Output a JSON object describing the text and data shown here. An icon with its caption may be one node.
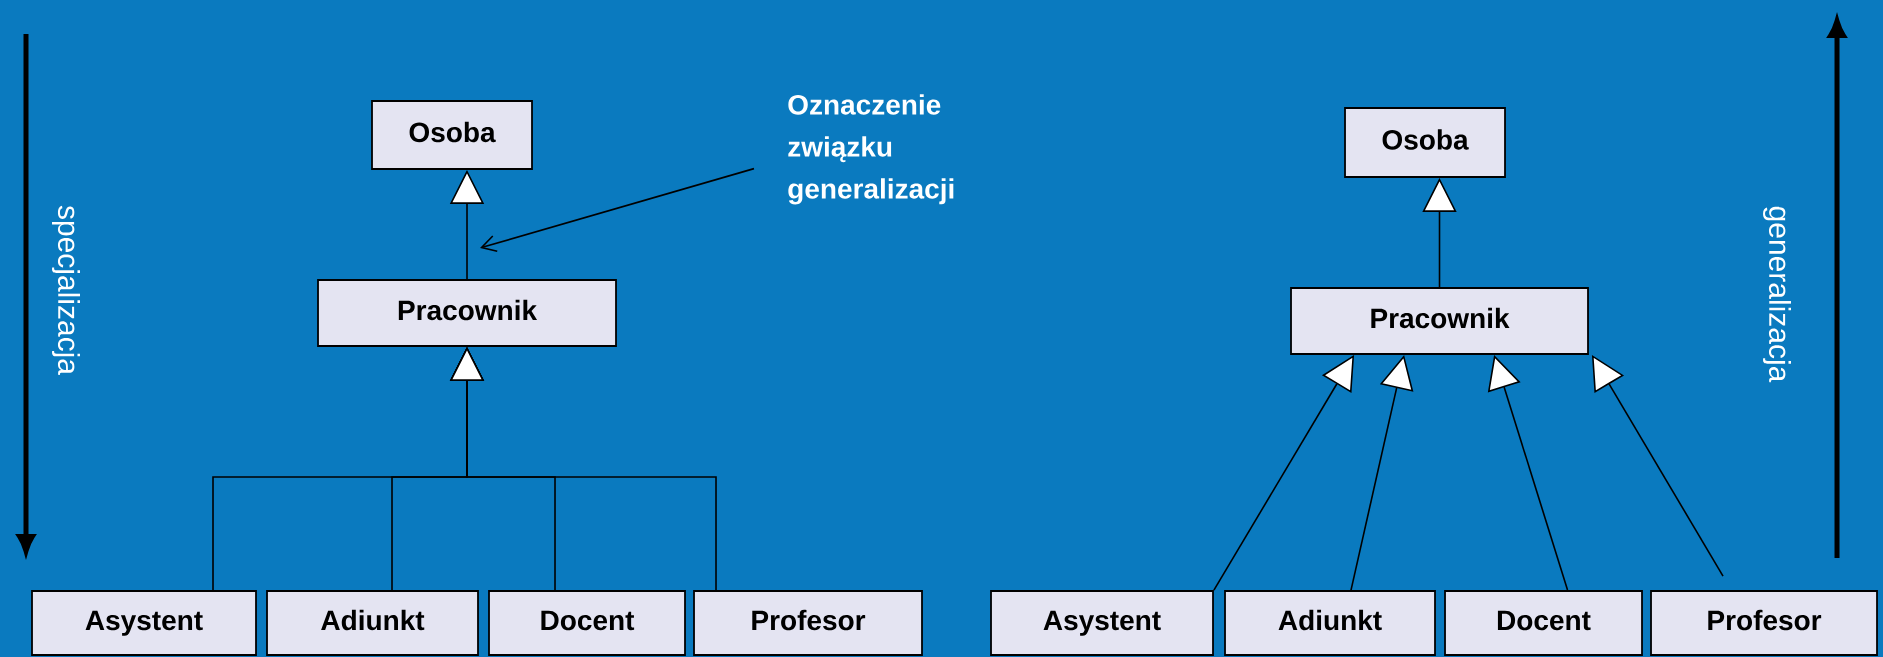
{
  "diagram": {
    "nodes": [
      {
        "text": [
          "Osoba"
        ]
      },
      {
        "text": [
          "Pracownik"
        ]
      },
      {
        "text": [
          "Asystent"
        ]
      },
      {
        "text": [
          "Adiunkt"
        ]
      },
      {
        "text": [
          "Docent"
        ]
      },
      {
        "text": [
          "Profesor"
        ]
      },
      {
        "text": [
          "Oznaczenie związku generalizacji"
        ]
      },
      {
        "text": [
          "Osoba"
        ]
      },
      {
        "text": [
          "Pracownik"
        ]
      },
      {
        "text": [
          "Asystent"
        ]
      },
      {
        "text": [
          "Adiunkt"
        ]
      },
      {
        "text": [
          "Docent"
        ]
      },
      {
        "text": [
          "Profesor"
        ]
      }
    ],
    "edges": [
      {
        "from": 1,
        "to": 0,
        "arrow": "to"
      },
      {
        "from": 2,
        "to": 1,
        "arrow": "to"
      },
      {
        "from": 3,
        "to": 1,
        "arrow": "to"
      },
      {
        "from": 4,
        "to": 1,
        "arrow": "to"
      },
      {
        "from": 5,
        "to": 1,
        "arrow": "to"
      },
      {
        "from": 6,
        "to": null,
        "arrow": "to"
      },
      {
        "from": 8,
        "to": 7,
        "arrow": "to"
      },
      {
        "from": 9,
        "to": 8,
        "arrow": "to"
      },
      {
        "from": 10,
        "to": 8,
        "arrow": "to"
      },
      {
        "from": 11,
        "to": 8,
        "arrow": "to"
      },
      {
        "from": 12,
        "to": 8,
        "arrow": "to"
      }
    ],
    "labels": [
      "specjalizacja",
      "generalizacja"
    ]
  }
}
